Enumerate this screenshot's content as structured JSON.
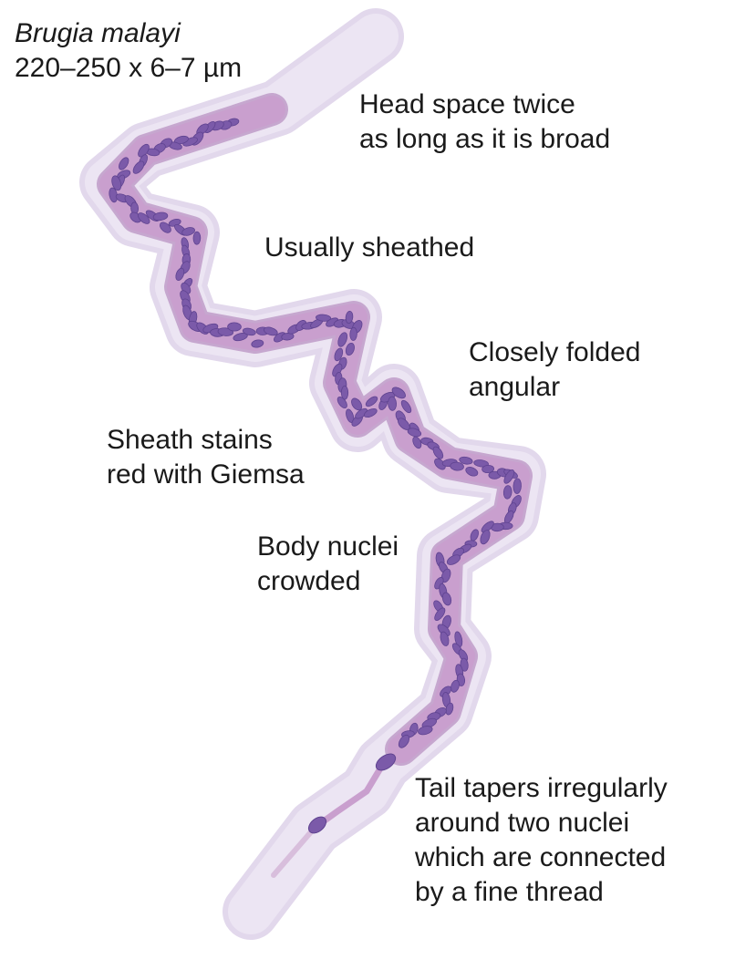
{
  "title": {
    "species": "Brugia malayi",
    "size": "220–250 x 6–7 µm"
  },
  "annotations": {
    "head_space": [
      "Head space twice",
      "as long as it is broad"
    ],
    "sheathed": [
      "Usually sheathed"
    ],
    "folded": [
      "Closely folded",
      "angular"
    ],
    "sheath_stain": [
      "Sheath stains",
      "red with Giemsa"
    ],
    "body_nuclei": [
      "Body nuclei",
      "crowded"
    ],
    "tail": [
      "Tail tapers irregularly",
      "around two nuclei",
      "which are connected",
      "by a fine thread"
    ]
  },
  "colors": {
    "sheath": "#e7deef",
    "sheath_edge": "#d3c6e3",
    "body": "#c79bcc",
    "body_edge": "#a774b0",
    "nucleus": "#7b5aa9",
    "nucleus_edge": "#5f4390",
    "text": "#1a1a1a"
  }
}
